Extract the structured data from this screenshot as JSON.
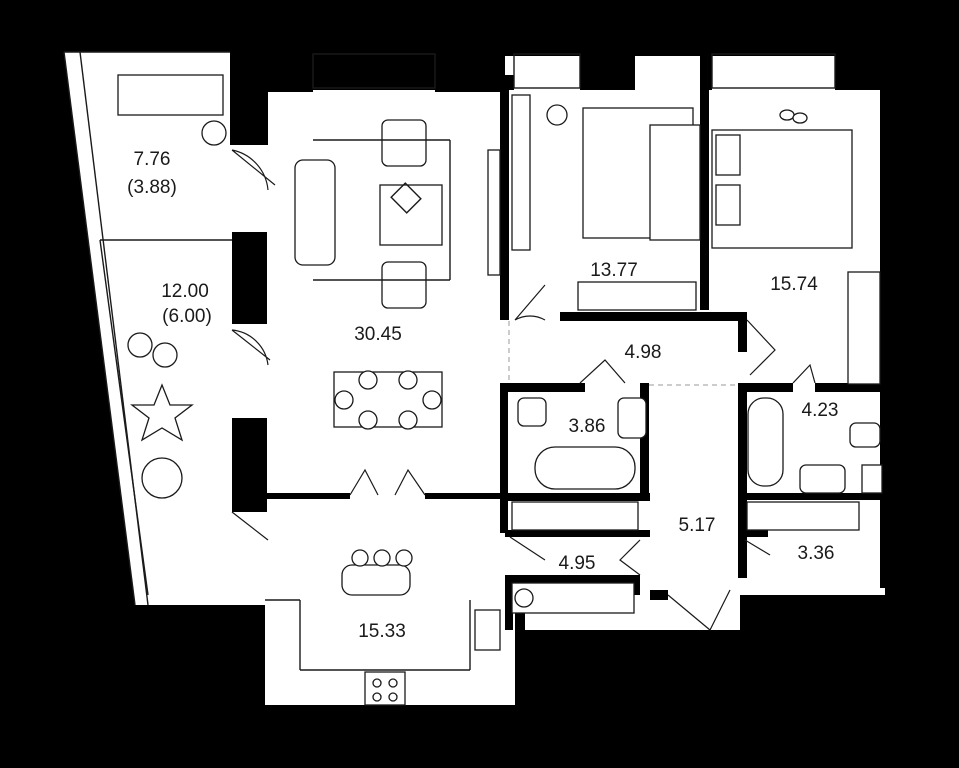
{
  "plan": {
    "rooms": [
      {
        "id": "balcony-north",
        "area": "7.76",
        "area_reduced": "(3.88)"
      },
      {
        "id": "balcony-south",
        "area": "12.00",
        "area_reduced": "(6.00)"
      },
      {
        "id": "living-room",
        "area": "30.45"
      },
      {
        "id": "bedroom-child",
        "area": "13.77"
      },
      {
        "id": "bedroom-master",
        "area": "15.74"
      },
      {
        "id": "corridor-upper",
        "area": "4.98"
      },
      {
        "id": "bathroom-1",
        "area": "3.86"
      },
      {
        "id": "bathroom-2",
        "area": "4.23"
      },
      {
        "id": "hall",
        "area": "5.17"
      },
      {
        "id": "laundry",
        "area": "4.95"
      },
      {
        "id": "wardrobe",
        "area": "3.36"
      },
      {
        "id": "kitchen",
        "area": "15.33"
      }
    ]
  }
}
